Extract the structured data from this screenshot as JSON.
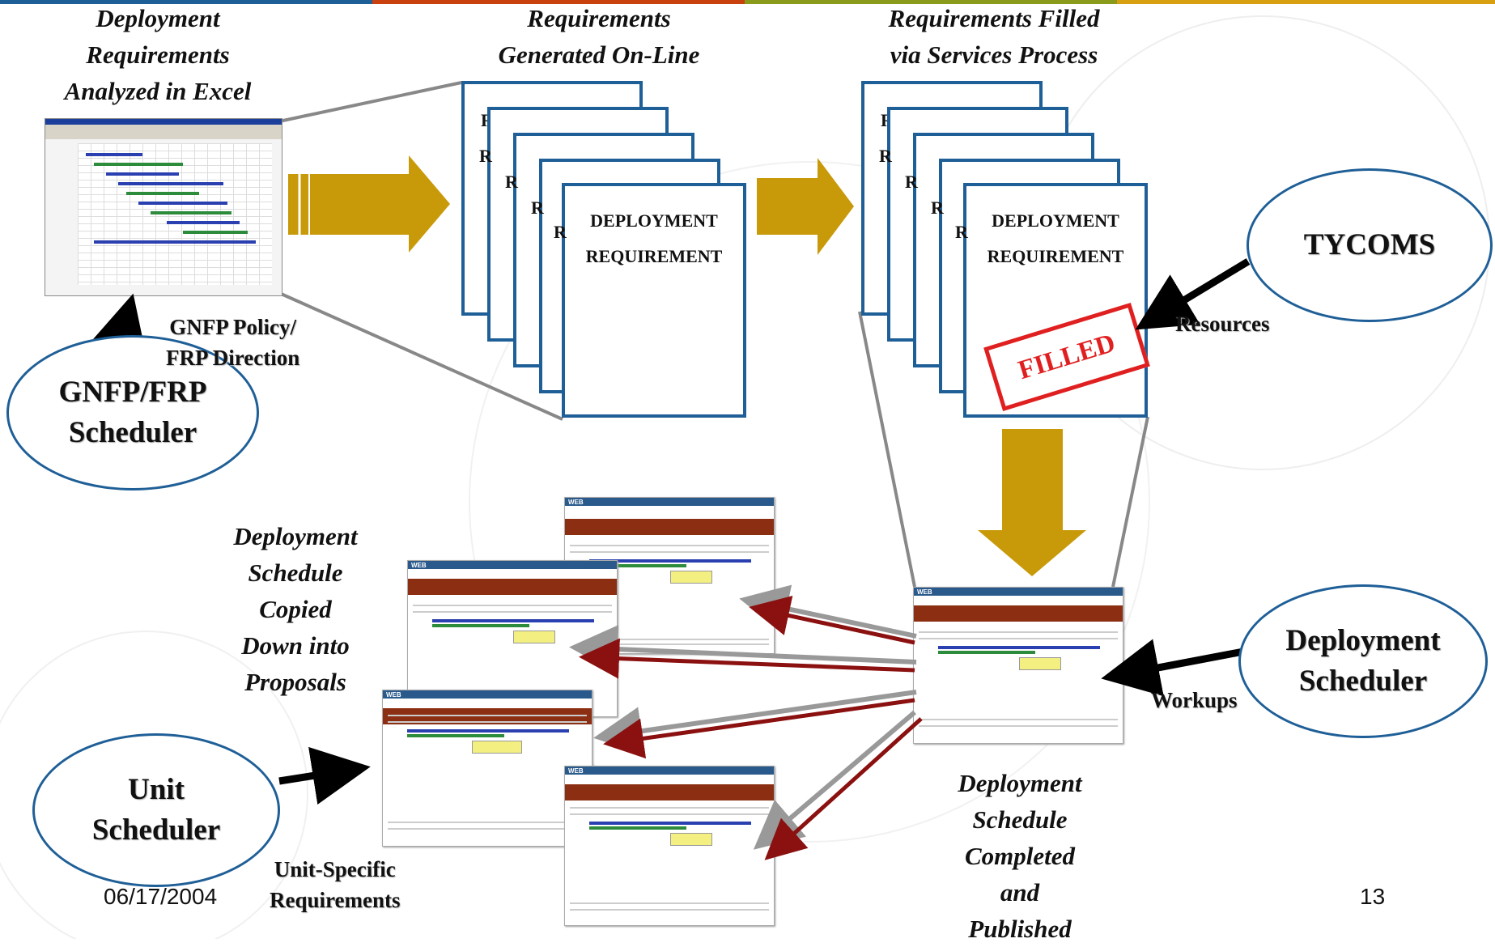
{
  "colors": {
    "gold_arrow": "#c89a0a",
    "node_border": "#1f5f97",
    "stamp_red": "#e02020",
    "copy_arrow_red": "#8b1010",
    "copy_arrow_gray": "#999999",
    "top_bar": [
      "#1f5f97",
      "#c8410e",
      "#8a9a1a",
      "#d8a010"
    ]
  },
  "captions": {
    "excel": "Deployment\nRequirements\nAnalyzed in Excel",
    "online": "Requirements\nGenerated On-Line",
    "services": "Requirements Filled\nvia Services Process",
    "copied": "Deployment\nSchedule\nCopied\nDown into\nProposals",
    "completed": "Deployment\nSchedule\nCompleted\nand\nPublished"
  },
  "document": {
    "title_line1": "DEPLOYMENT",
    "title_line2": "REQUIREMENT",
    "peek_letter": "R"
  },
  "stamp": "FILLED",
  "nodes": {
    "gnfp": "GNFP/FRP\nScheduler",
    "tycoms": "TYCOMS",
    "deployment_scheduler": "Deployment\nScheduler",
    "unit_scheduler": "Unit\nScheduler"
  },
  "labels": {
    "gnfp_policy": "GNFP Policy/\nFRP Direction",
    "resources": "Resources",
    "workups": "Workups",
    "unit_specific": "Unit-Specific\nRequirements"
  },
  "footer": {
    "date": "06/17/2004",
    "page_number": "13"
  }
}
